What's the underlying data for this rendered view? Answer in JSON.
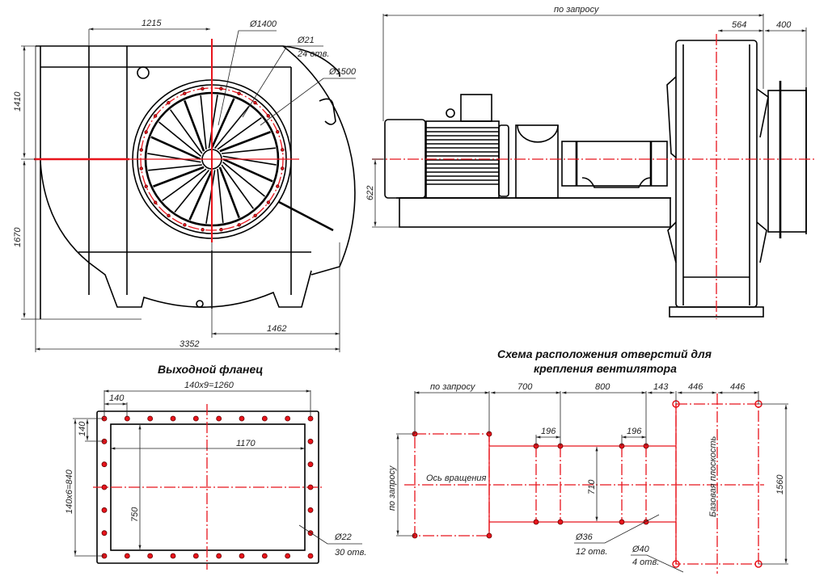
{
  "drawing": {
    "views": {
      "front_view": {
        "dimensions": {
          "width_to_axis": "1215",
          "inlet_diameter_1": "Ø1400",
          "bolt_hole_diameter": "Ø21",
          "bolt_hole_count": "24 отв.",
          "inlet_diameter_2": "Ø1500",
          "axis_height_upper": "1410",
          "axis_height_lower": "1670",
          "axis_to_side": "1462",
          "overall_width": "3352"
        }
      },
      "side_view": {
        "dimensions": {
          "overall_length": "по запросу",
          "housing_offset": "564",
          "outlet_depth": "400",
          "shaft_height": "622"
        }
      }
    },
    "outlet_flange": {
      "title": "Выходной фланец",
      "dimensions": {
        "horizontal_pitch_total": "140x9=1260",
        "horizontal_pitch": "140",
        "vertical_pitch": "140",
        "vertical_pitch_total": "140x6=840",
        "inner_width": "1170",
        "inner_height": "750",
        "hole_diameter": "Ø22",
        "hole_count": "30 отв."
      },
      "hole_grid": {
        "columns": 10,
        "rows": 7
      }
    },
    "mounting_scheme": {
      "title_line1": "Схема расположения отверстий для",
      "title_line2": "крепления вентилятора",
      "dimensions": {
        "motor_length": "по запросу",
        "motor_width": "по запросу",
        "gap_1": "700",
        "gap_2": "800",
        "gap_3": "143",
        "half_base_1": "446",
        "half_base_2": "446",
        "bearing_pitch_1": "196",
        "bearing_pitch_2": "196",
        "bearing_width": "710",
        "base_height": "1560",
        "small_hole_diameter": "Ø36",
        "small_hole_count": "12 отв.",
        "large_hole_diameter": "Ø40",
        "large_hole_count": "4 отв."
      },
      "labels": {
        "rotation_axis": "Ось вращения",
        "base_plane": "Базовая плоскость"
      }
    },
    "colors": {
      "outline": "#000000",
      "centerline": "#e8141c",
      "background": "#ffffff"
    }
  }
}
